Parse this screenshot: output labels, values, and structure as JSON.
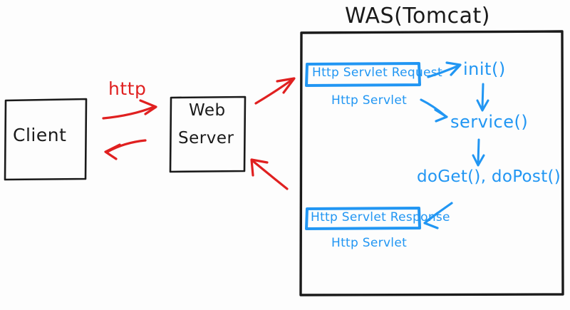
{
  "diagram": {
    "title": "WAS(Tomcat)",
    "background_color": "#fdfdfd",
    "ink_colors": {
      "black": "#1a1a1a",
      "red": "#e02020",
      "blue": "#2196f3"
    },
    "nodes": {
      "client": {
        "label": "Client"
      },
      "web_server": {
        "label_line1": "Web",
        "label_line2": "Server"
      },
      "was_container": {
        "label": "WAS(Tomcat)"
      },
      "http_servlet_request": {
        "label": "Http Servlet Request",
        "sublabel": "Http Servlet"
      },
      "http_servlet_response": {
        "label": "Http Servlet Response",
        "sublabel": "Http Servlet"
      }
    },
    "connectors": {
      "protocol_label": "http"
    },
    "lifecycle": {
      "steps": [
        {
          "label": "init()"
        },
        {
          "label": "service()"
        },
        {
          "label": "doGet(), doPost()"
        }
      ]
    }
  }
}
